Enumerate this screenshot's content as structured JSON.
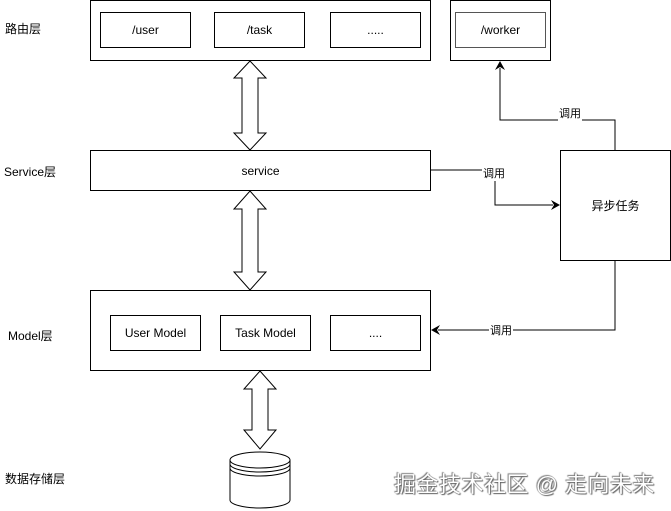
{
  "layers": {
    "routing": "路由层",
    "service": "Service层",
    "model": "Model层",
    "storage": "数据存储层"
  },
  "routing_layer": {
    "routes": [
      "/user",
      "/task",
      "....."
    ]
  },
  "worker_route": "/worker",
  "service_layer": {
    "label": "service"
  },
  "model_layer": {
    "models": [
      "User Model",
      "Task Model",
      "...."
    ]
  },
  "async_task": {
    "label": "异步任务"
  },
  "edges": {
    "service_to_async": "调用",
    "async_to_worker": "调用",
    "async_to_model": "调用"
  },
  "watermark": "掘金技术社区 @ 走向未来",
  "colors": {
    "stroke": "#000000",
    "background": "#ffffff"
  }
}
